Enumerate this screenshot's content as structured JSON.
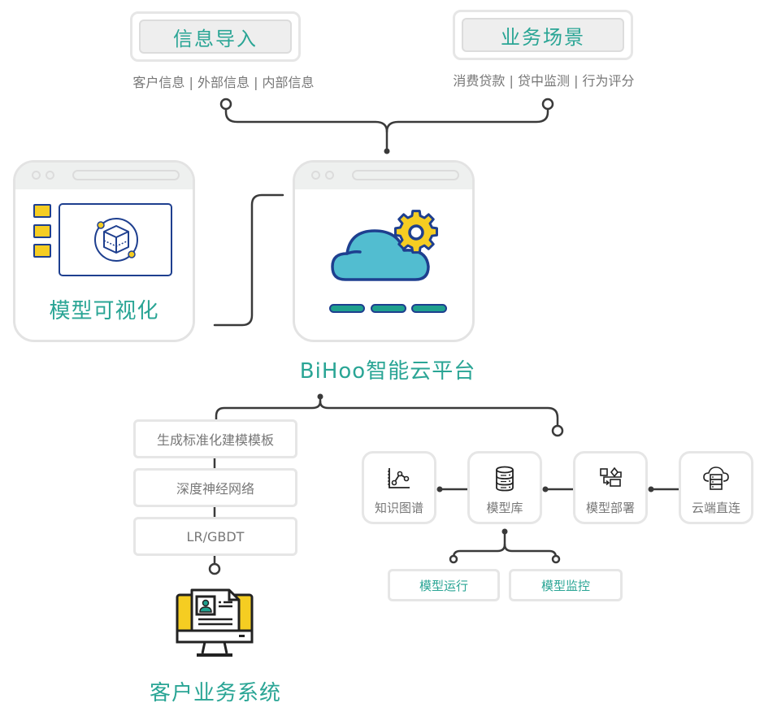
{
  "inputs": {
    "info_import": {
      "title": "信息导入",
      "caption": "客户信息 | 外部信息 | 内部信息"
    },
    "business_scene": {
      "title": "业务场景",
      "caption": "消费贷款 | 贷中监测 | 行为评分"
    }
  },
  "windows": {
    "visualization": {
      "label": "模型可视化",
      "icon": "cube-orbit-icon"
    },
    "platform": {
      "label": "BiHoo智能云平台",
      "icon": "cloud-gear-icon"
    }
  },
  "model_stack": {
    "items": [
      "生成标准化建模模板",
      "深度神经网络",
      "LR/GBDT"
    ]
  },
  "client_system": {
    "label": "客户业务系统",
    "icon": "monitor-document-icon"
  },
  "modules": {
    "items": [
      {
        "label": "知识图谱",
        "icon": "chart-graph-icon"
      },
      {
        "label": "模型库",
        "icon": "database-icon"
      },
      {
        "label": "模型部署",
        "icon": "flow-deploy-icon"
      },
      {
        "label": "云端直连",
        "icon": "cloud-server-icon"
      }
    ],
    "sub_items": [
      "模型运行",
      "模型监控"
    ]
  },
  "colors": {
    "accent_teal": "#2aa595",
    "line_dark": "#3a3a3a",
    "icon_navy": "#1e3f8f",
    "icon_yellow": "#f5cd22",
    "cloud_blue": "#52bdd0",
    "border_grey": "#e3e3e3",
    "text_grey": "#777777"
  }
}
